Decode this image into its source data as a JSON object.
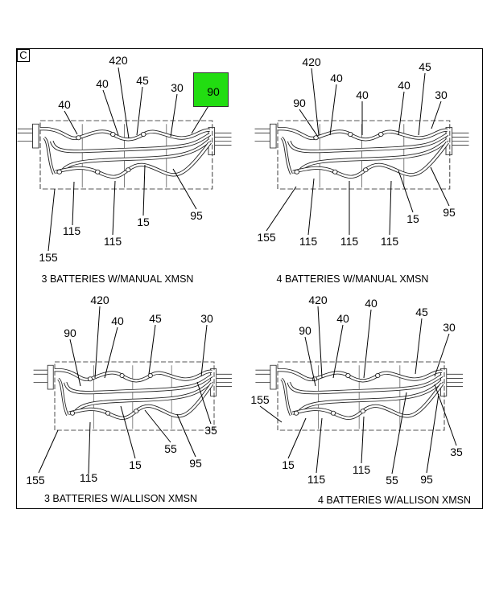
{
  "section_label": "C",
  "highlight_color": "#22dd11",
  "views": [
    {
      "caption": "3 BATTERIES W/MANUAL XMSN",
      "callouts": [
        "420",
        "40",
        "45",
        "30",
        "90",
        "40",
        "115",
        "115",
        "15",
        "95",
        "155"
      ]
    },
    {
      "caption": "4 BATTERIES W/MANUAL XMSN",
      "callouts": [
        "420",
        "40",
        "45",
        "90",
        "40",
        "40",
        "30",
        "155",
        "115",
        "115",
        "115",
        "15",
        "95"
      ]
    },
    {
      "caption": "3 BATTERIES W/ALLISON XMSN",
      "callouts": [
        "420",
        "40",
        "45",
        "30",
        "90",
        "35",
        "95",
        "55",
        "15",
        "115",
        "155"
      ]
    },
    {
      "caption": "4 BATTERIES W/ALLISON XMSN",
      "callouts": [
        "420",
        "40",
        "45",
        "40",
        "90",
        "30",
        "155",
        "35",
        "15",
        "115",
        "115",
        "55",
        "95"
      ]
    }
  ],
  "highlighted_callout": "90"
}
